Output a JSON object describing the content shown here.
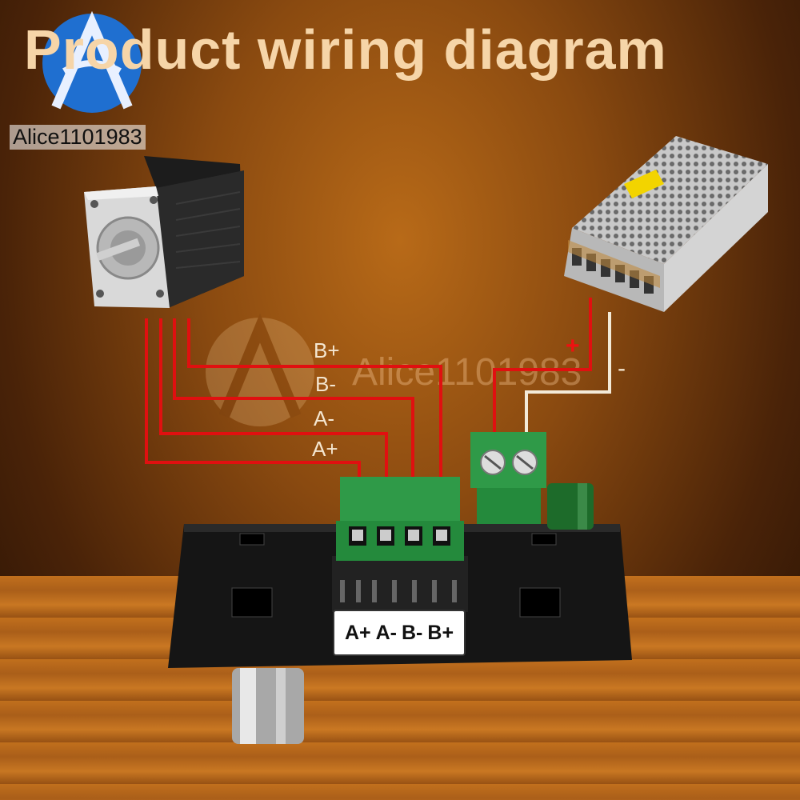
{
  "title": "Product wiring diagram",
  "watermark": "Alice1101983",
  "wire_labels": [
    "B+",
    "B-",
    "A-",
    "A+"
  ],
  "power_labels": {
    "positive": "+",
    "negative": "-"
  },
  "terminal_labels": [
    "A+",
    "A-",
    "B-",
    "B+"
  ],
  "colors": {
    "wire_red": "#e01010",
    "wire_white": "#f3ead8",
    "title": "#f6d5a8",
    "terminal_green": "#2f9a48"
  }
}
